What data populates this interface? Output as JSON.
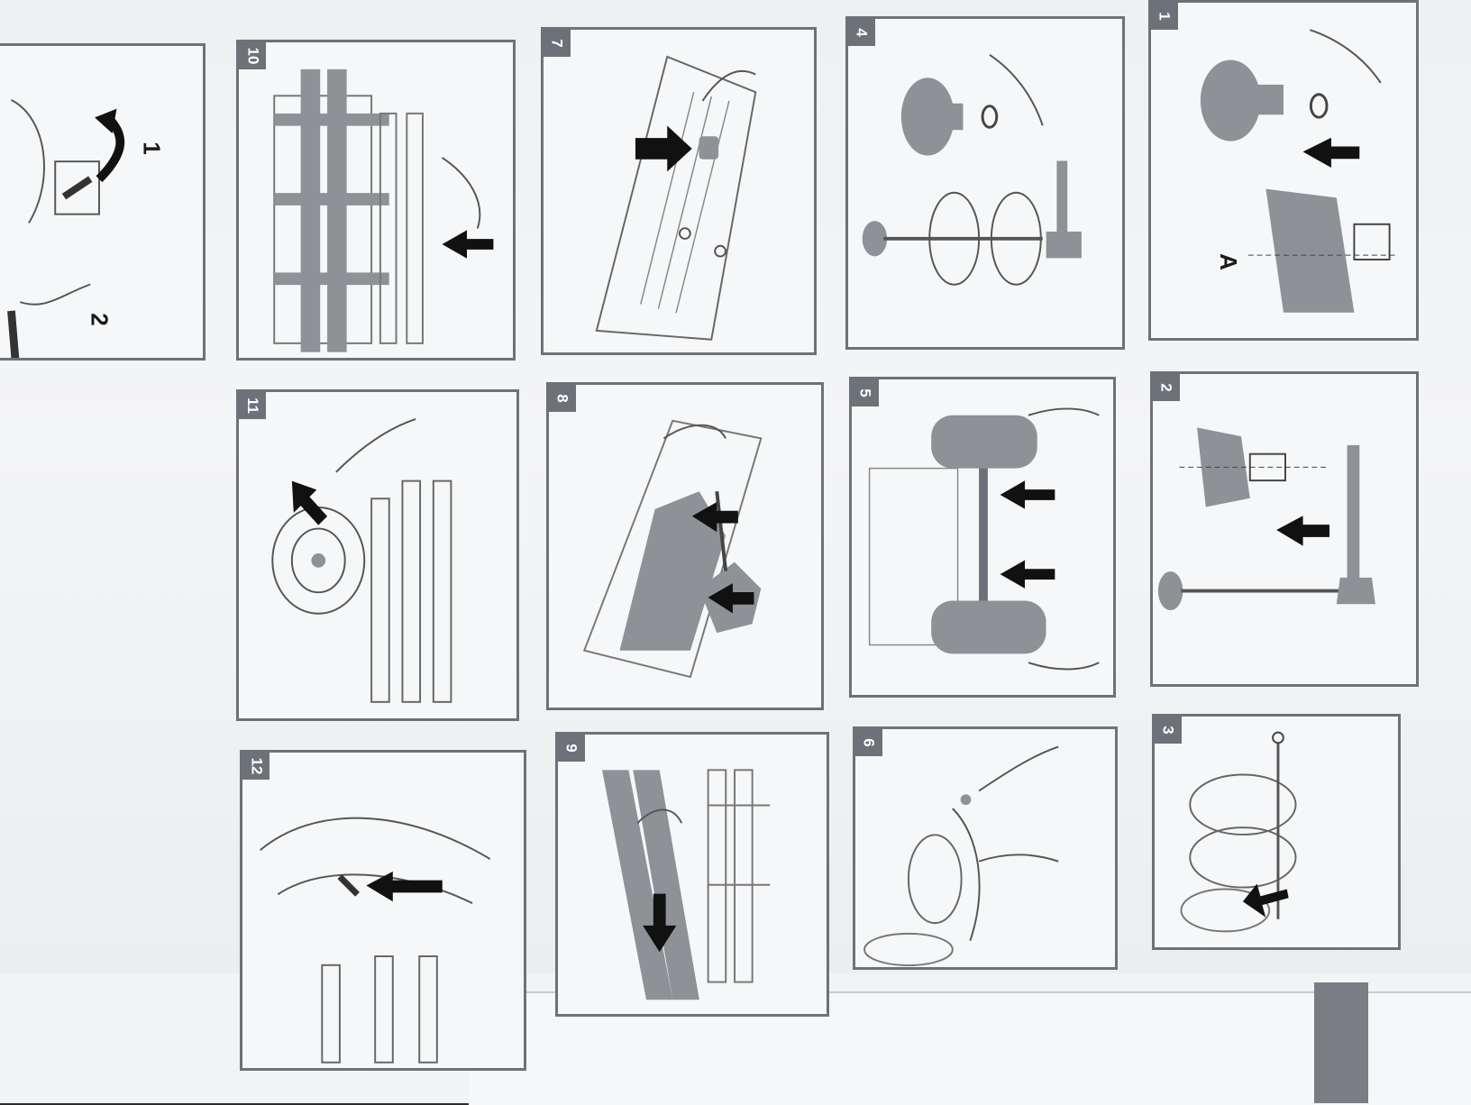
{
  "manual": {
    "steps": [
      {
        "number": "1"
      },
      {
        "number": "2"
      },
      {
        "number": "3"
      },
      {
        "number": "4"
      },
      {
        "number": "5"
      },
      {
        "number": "6"
      },
      {
        "number": "7"
      },
      {
        "number": "8"
      },
      {
        "number": "9"
      },
      {
        "number": "10"
      },
      {
        "number": "11"
      },
      {
        "number": "12"
      }
    ],
    "labels": {
      "part_a": "A",
      "sub_1": "1",
      "sub_2": "2"
    }
  },
  "colors": {
    "border": "#6d7178",
    "part_gray": "#8e9196",
    "arrow": "#111111",
    "paper": "#f6f7f8"
  }
}
